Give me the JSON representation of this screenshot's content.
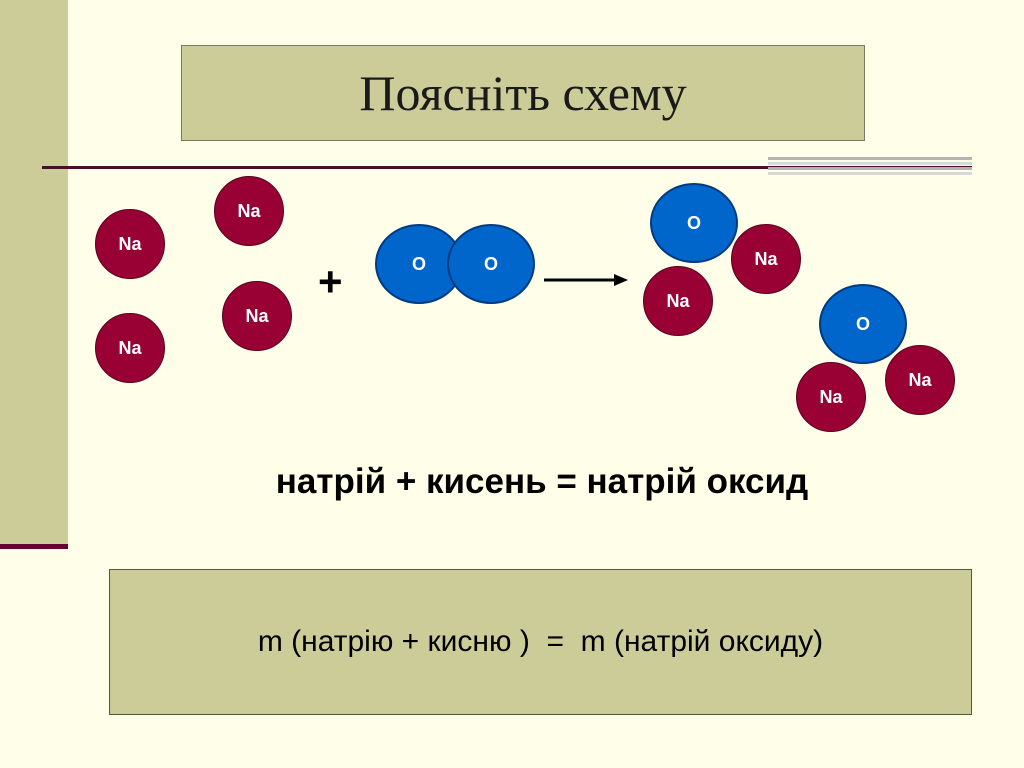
{
  "title": "Поясніть схему",
  "reactants": {
    "sodium_label": "Na",
    "oxygen_label": "O",
    "plus": "+"
  },
  "products": {
    "oxygen_label": "O",
    "sodium_label": "Na"
  },
  "word_equation": "натрій + кисень = натрій оксид",
  "mass_equation": "m (натрію + кисню )  =  m (натрій оксиду)",
  "colors": {
    "sodium": "#990033",
    "oxygen": "#0066cc",
    "panel": "#cccc99",
    "background": "#fffee9"
  }
}
